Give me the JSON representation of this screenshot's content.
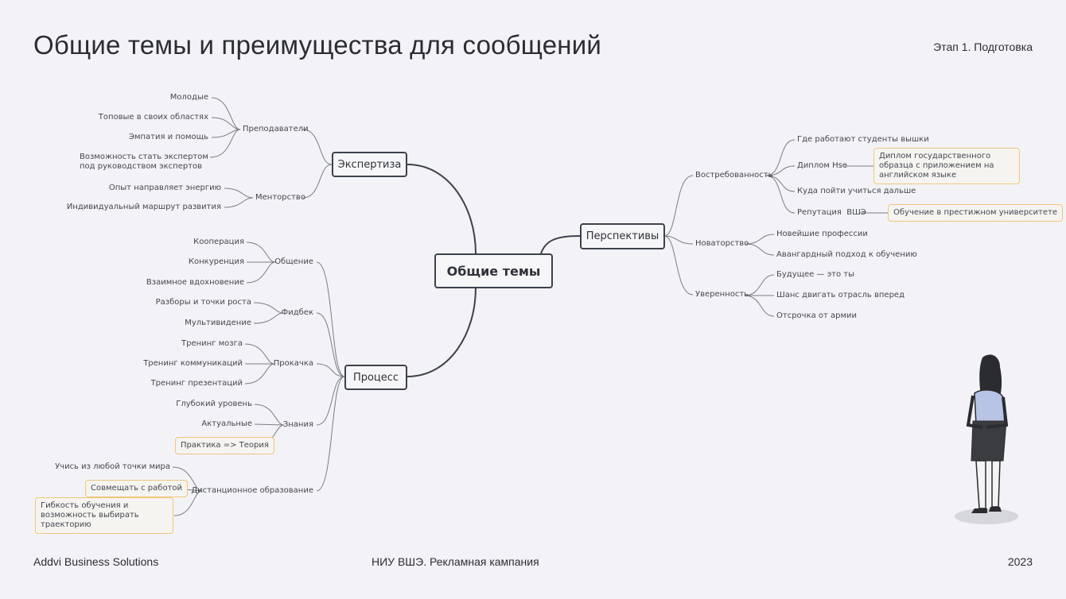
{
  "header": {
    "title": "Общие темы и преимущества для сообщений",
    "stage": "Этап 1. Подготовка"
  },
  "footer": {
    "company": "Addvi Business Solutions",
    "project": "НИУ ВШЭ. Рекламная кампания",
    "year": "2023"
  },
  "colors": {
    "background": "#f3f3f7",
    "node_border": "#3c424c",
    "highlight_border": "#f0c57a",
    "line": "#7a7d85"
  },
  "mindmap": {
    "center": "Общие темы",
    "expertise": {
      "label": "Экспертиза",
      "teachers": {
        "label": "Преподаватели",
        "items": [
          "Молодые",
          "Топовые в своих областях",
          "Эмпатия и помощь",
          "Возможность стать экспертом под руководством экспертов"
        ]
      },
      "mentoring": {
        "label": "Менторство",
        "items": [
          "Опыт направляет энергию",
          "Индивидуальный маршрут развития"
        ]
      }
    },
    "process": {
      "label": "Процесс",
      "communication": {
        "label": "Общение",
        "items": [
          "Кооперация",
          "Конкуренция",
          "Взаимное вдохновение"
        ]
      },
      "feedback": {
        "label": "Фидбек",
        "items": [
          "Разборы и точки роста",
          "Мультивидение"
        ]
      },
      "pumping": {
        "label": "Прокачка",
        "items": [
          "Тренинг мозга",
          "Тренинг коммуникаций",
          "Тренинг презентаций"
        ]
      },
      "knowledge": {
        "label": "Знания",
        "items": [
          "Глубокий уровень",
          "Актуальные",
          "Практика => Теория"
        ]
      },
      "distance": {
        "label": "Дистанционное образование",
        "items": [
          "Учись из любой точки мира",
          "Совмещать с работой",
          "Гибкость обучения и возможность выбирать траекторию"
        ]
      }
    },
    "prospects": {
      "label": "Перспективы",
      "demand": {
        "label": "Востребованность",
        "items": [
          "Где работают студенты вышки",
          "Диплом Hse",
          "Куда пойти учиться дальше",
          "Репутация  ВШЭ"
        ],
        "notes": [
          "Диплом государственного образца с приложением на английском языке",
          "Обучение в престижном университете"
        ]
      },
      "innovation": {
        "label": "Новаторство",
        "items": [
          "Новейшие профессии",
          "Авангардный подход к обучению"
        ]
      },
      "confidence": {
        "label": "Уверенность",
        "items": [
          "Будущее — это ты",
          "Шанс двигать отрасль вперед",
          "Отсрочка от армии"
        ]
      }
    }
  }
}
